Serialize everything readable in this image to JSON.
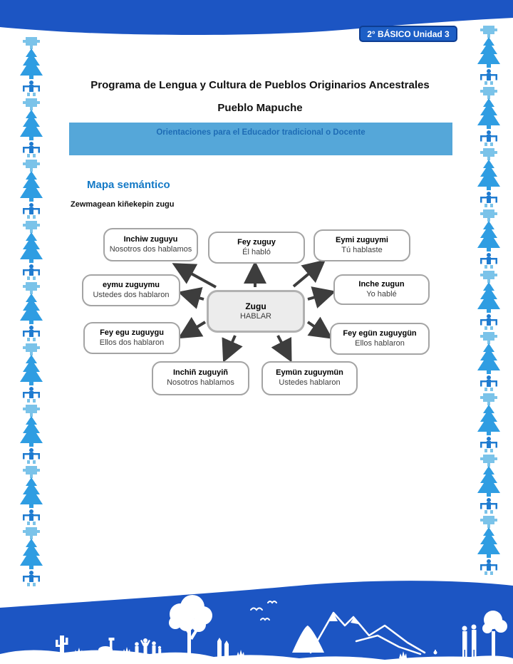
{
  "page": {
    "unit_badge": "2° BÁSICO Unidad 3",
    "title_line1": "Programa de Lengua y Cultura de Pueblos Originarios Ancestrales",
    "title_line2": "Pueblo Mapuche",
    "banner": "Orientaciones para el Educador tradicional o Docente",
    "section_heading": "Mapa semántico",
    "intro": "Zewmagean kiñekepin zugu"
  },
  "colors": {
    "band_blue": "#1c55c3",
    "banner_blue": "#55a7d9",
    "banner_text_blue": "#1e6cb5",
    "heading_blue": "#1379c6",
    "node_border_gray": "#a4a4a4",
    "center_node_fill": "#ececec",
    "arrow_gray": "#3d3d3d",
    "ornament_light_blue": "#7bc3e9",
    "ornament_mid_blue": "#2f9de2",
    "ornament_dark_blue": "#1f7bd0"
  },
  "diagram": {
    "center": {
      "title": "Zugu",
      "subtitle": "HABLAR"
    },
    "nodes": [
      {
        "title": "Inchiw zuguyu",
        "subtitle": "Nosotros dos hablamos"
      },
      {
        "title": "Fey zuguy",
        "subtitle": "Él habló"
      },
      {
        "title": "Eymi zuguymi",
        "subtitle": "Tú  hablaste"
      },
      {
        "title": "eymu  zuguymu",
        "subtitle": "Ustedes dos hablaron"
      },
      {
        "title": "Inche zugun",
        "subtitle": "Yo hablé"
      },
      {
        "title": "Fey egu zuguygu",
        "subtitle": "Ellos dos hablaron"
      },
      {
        "title": "Fey egün zuguygün",
        "subtitle": "Ellos hablaron"
      },
      {
        "title": "Inchiñ zuguyiñ",
        "subtitle": "Nosotros hablamos"
      },
      {
        "title": "Eymün zuguymün",
        "subtitle": "Ustedes hablaron"
      }
    ]
  }
}
